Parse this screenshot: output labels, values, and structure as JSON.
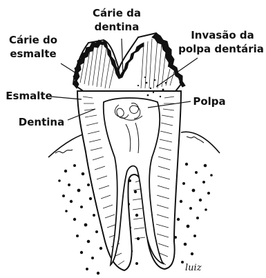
{
  "labels": {
    "dentin_caries_line1": "Cárie da",
    "dentin_caries_line2": "dentina",
    "enamel_caries_line1": "Cárie do",
    "enamel_caries_line2": "esmalte",
    "pulp_invasion_line1": "Invasão da",
    "pulp_invasion_line2": "polpa dentária",
    "enamel": "Esmalte",
    "pulp": "Polpa",
    "dentin": "Dentina"
  },
  "signature": "luiz",
  "colors": {
    "ink": "#111111",
    "background": "#ffffff"
  }
}
